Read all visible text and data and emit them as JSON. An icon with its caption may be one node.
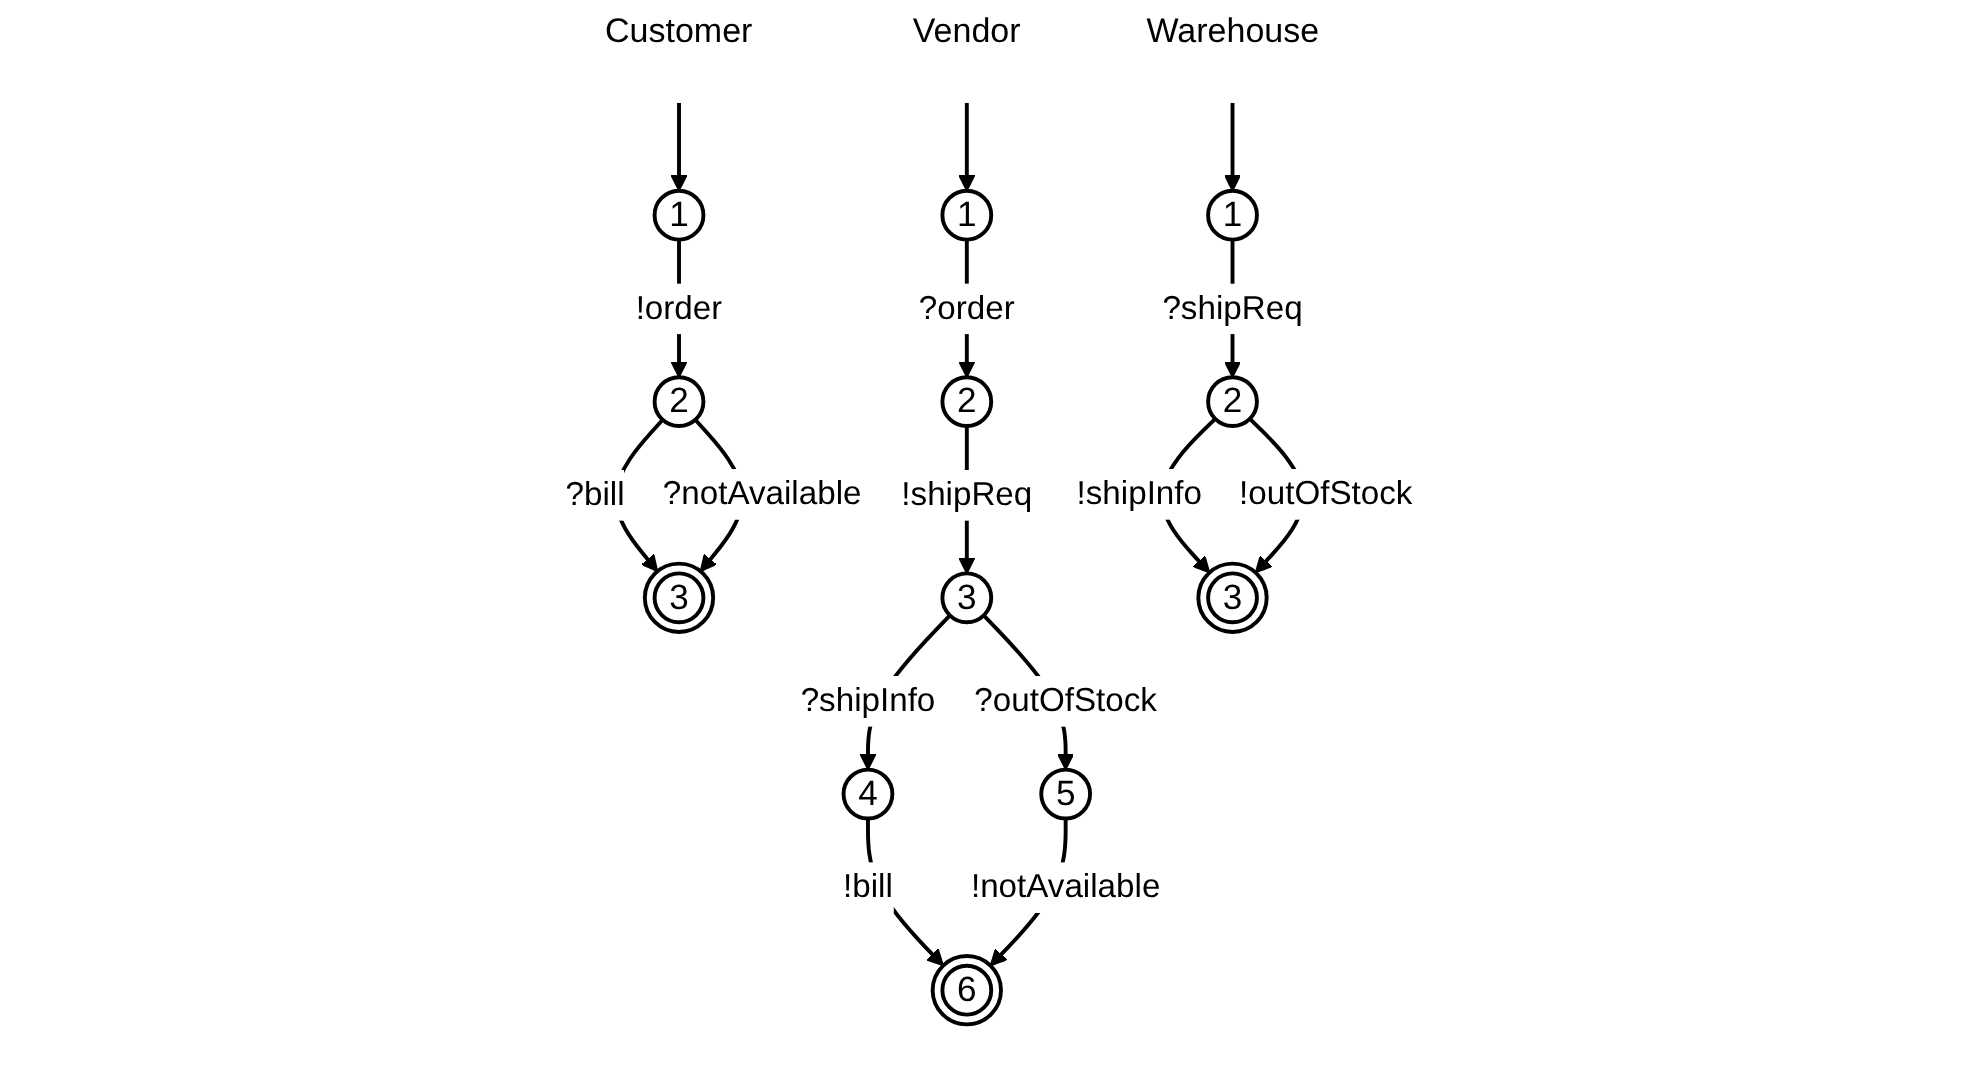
{
  "diagram": {
    "nodes": [
      {
        "text": [
          "1"
        ]
      },
      {
        "text": [
          "2"
        ]
      },
      {
        "text": [
          "3"
        ]
      },
      {
        "text": [
          "1"
        ]
      },
      {
        "text": [
          "2"
        ]
      },
      {
        "text": [
          "3"
        ]
      },
      {
        "text": [
          "4"
        ]
      },
      {
        "text": [
          "5"
        ]
      },
      {
        "text": [
          "6"
        ]
      },
      {
        "text": [
          "1"
        ]
      },
      {
        "text": [
          "2"
        ]
      },
      {
        "text": [
          "3"
        ]
      }
    ],
    "edges": [
      {
        "from": null,
        "to": 0,
        "arrow": "to"
      },
      {
        "from": 0,
        "to": 1,
        "arrow": "to",
        "label": "!order"
      },
      {
        "from": 1,
        "to": 2,
        "arrow": "to",
        "label": "?bill"
      },
      {
        "from": 1,
        "to": 2,
        "arrow": "to",
        "label": "?notAvailable"
      },
      {
        "from": null,
        "to": 3,
        "arrow": "to"
      },
      {
        "from": 3,
        "to": 4,
        "arrow": "to",
        "label": "?order"
      },
      {
        "from": 4,
        "to": 5,
        "arrow": "to",
        "label": "!shipReq"
      },
      {
        "from": 5,
        "to": 6,
        "arrow": "to",
        "label": "?shipInfo"
      },
      {
        "from": 5,
        "to": 7,
        "arrow": "to",
        "label": "?outOfStock"
      },
      {
        "from": 6,
        "to": 8,
        "arrow": "to",
        "label": "!bill"
      },
      {
        "from": 7,
        "to": 8,
        "arrow": "to",
        "label": "!notAvailable"
      },
      {
        "from": null,
        "to": 9,
        "arrow": "to"
      },
      {
        "from": 9,
        "to": 10,
        "arrow": "to",
        "label": "?shipReq"
      },
      {
        "from": 10,
        "to": 11,
        "arrow": "to",
        "label": "!shipInfo"
      },
      {
        "from": 10,
        "to": 11,
        "arrow": "to",
        "label": "!outOfStock"
      }
    ],
    "labels": [
      "Customer",
      "Vendor",
      "Warehouse"
    ]
  }
}
